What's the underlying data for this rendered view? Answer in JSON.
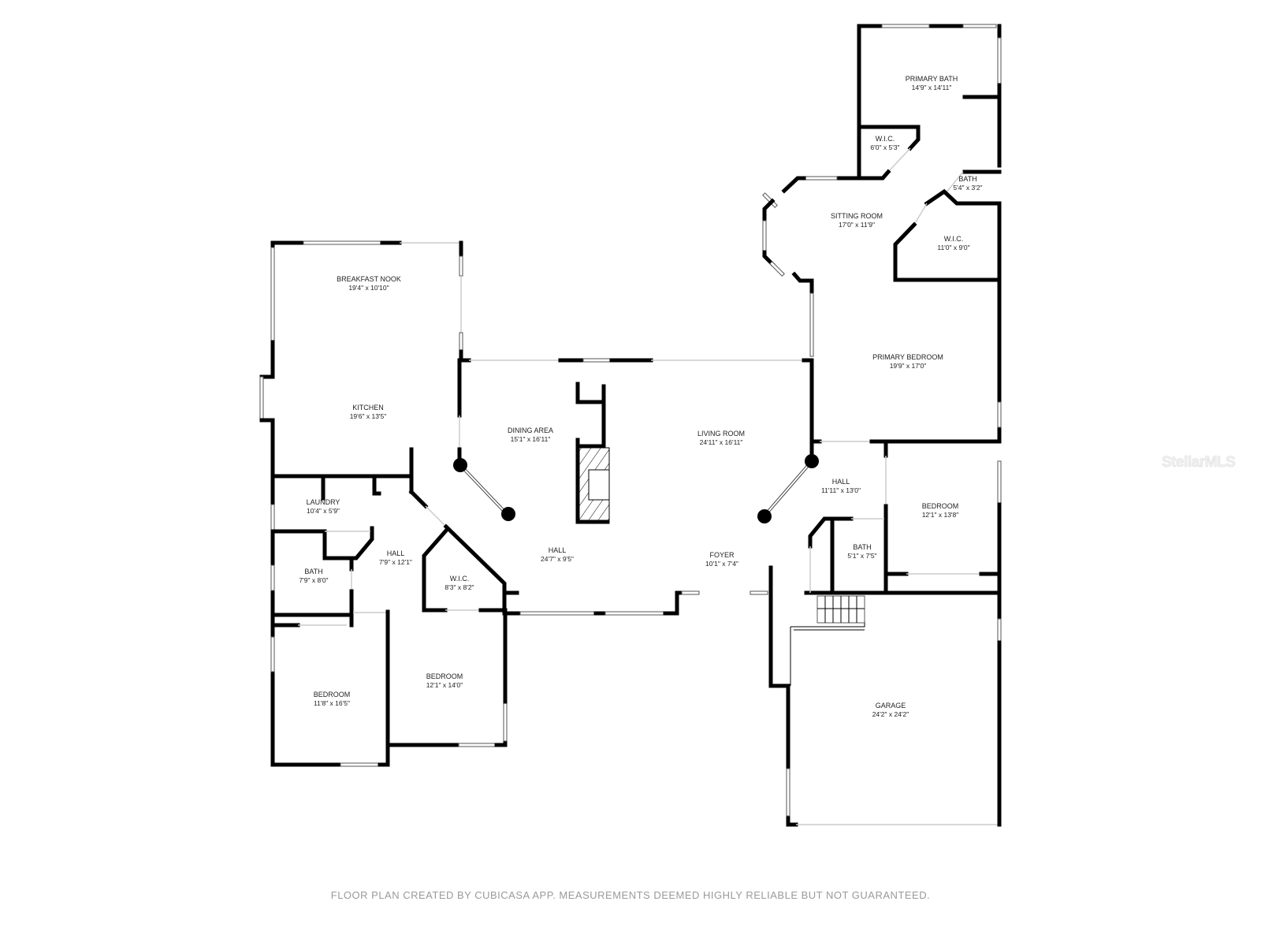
{
  "floor_plan": {
    "rooms": [
      {
        "id": "primary-bath",
        "name": "PRIMARY BATH",
        "dims": "14'9\" x 14'11\""
      },
      {
        "id": "wic-primary-small",
        "name": "W.I.C.",
        "dims": "6'0\" x 5'3\""
      },
      {
        "id": "bath-primary-small",
        "name": "BATH",
        "dims": "5'4\" x 3'2\""
      },
      {
        "id": "sitting-room",
        "name": "SITTING ROOM",
        "dims": "17'0\" x 11'9\""
      },
      {
        "id": "wic-primary-large",
        "name": "W.I.C.",
        "dims": "11'0\" x 9'0\""
      },
      {
        "id": "primary-bedroom",
        "name": "PRIMARY BEDROOM",
        "dims": "19'9\" x 17'0\""
      },
      {
        "id": "breakfast-nook",
        "name": "BREAKFAST NOOK",
        "dims": "19'4\" x 10'10\""
      },
      {
        "id": "kitchen",
        "name": "KITCHEN",
        "dims": "19'6\" x 13'5\""
      },
      {
        "id": "dining-area",
        "name": "DINING AREA",
        "dims": "15'1\" x 16'11\""
      },
      {
        "id": "living-room",
        "name": "LIVING ROOM",
        "dims": "24'11\" x 16'11\""
      },
      {
        "id": "hall-east",
        "name": "HALL",
        "dims": "11'11\" x 13'0\""
      },
      {
        "id": "bedroom-east",
        "name": "BEDROOM",
        "dims": "12'1\" x 13'8\""
      },
      {
        "id": "bath-east",
        "name": "BATH",
        "dims": "5'1\" x 7'5\""
      },
      {
        "id": "laundry",
        "name": "LAUNDRY",
        "dims": "10'4\" x 5'9\""
      },
      {
        "id": "hall-west",
        "name": "HALL",
        "dims": "7'9\" x 12'1\""
      },
      {
        "id": "bath-west",
        "name": "BATH",
        "dims": "7'9\" x 8'0\""
      },
      {
        "id": "wic-west",
        "name": "W.I.C.",
        "dims": "8'3\" x 8'2\""
      },
      {
        "id": "hall-center",
        "name": "HALL",
        "dims": "24'7\" x 9'5\""
      },
      {
        "id": "foyer",
        "name": "FOYER",
        "dims": "10'1\" x 7'4\""
      },
      {
        "id": "bedroom-southwest",
        "name": "BEDROOM",
        "dims": "11'8\" x 16'5\""
      },
      {
        "id": "bedroom-south",
        "name": "BEDROOM",
        "dims": "12'1\" x 14'0\""
      },
      {
        "id": "garage",
        "name": "GARAGE",
        "dims": "24'2\" x 24'2\""
      }
    ]
  },
  "footer": {
    "disclaimer": "FLOOR PLAN CREATED BY CUBICASA APP. MEASUREMENTS DEEMED HIGHLY RELIABLE BUT NOT GUARANTEED."
  },
  "watermark": {
    "text": "StellarMLS"
  }
}
